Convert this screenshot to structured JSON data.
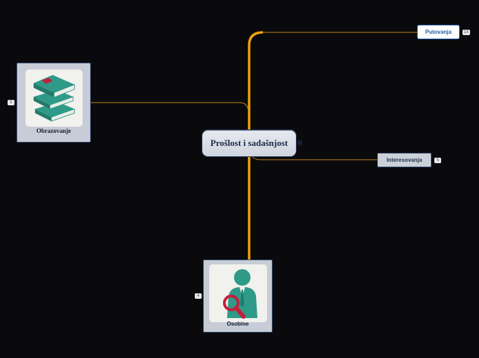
{
  "central": {
    "title": "Prošlost i sadašnjost",
    "mark": "🖹"
  },
  "topics": {
    "obrazovanje": {
      "label": "Obrazovanje",
      "count": "5",
      "icon": "books-icon"
    },
    "osobine": {
      "label": "Osobine",
      "count": "4",
      "icon": "person-magnifier-icon"
    },
    "putovanja": {
      "label": "Putovanja",
      "count": "15"
    },
    "interesovanja": {
      "label": "Interesovanja",
      "count": "5"
    }
  },
  "colors": {
    "background": "#0a0a0c",
    "trunk": "#f2a20c",
    "branch_thin": "#c88a1a",
    "card_bg": "#c7ccd6",
    "icon_teal": "#2f9a87",
    "icon_red": "#c41f3c"
  }
}
